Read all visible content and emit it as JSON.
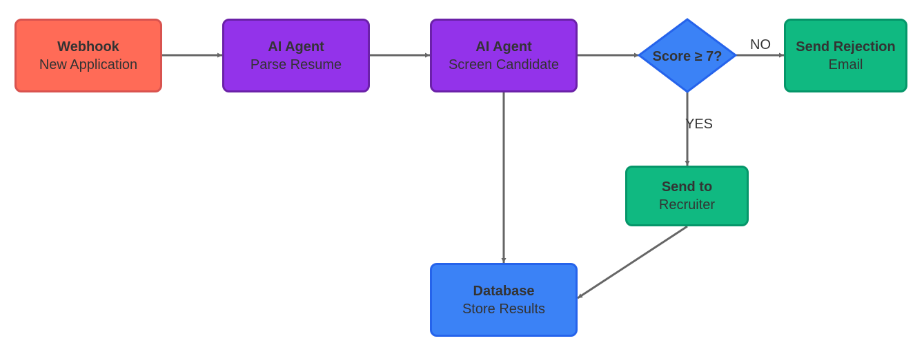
{
  "colors": {
    "webhook_fill": "#FF6B57",
    "webhook_border": "#D9534F",
    "agent_fill": "#9333EA",
    "agent_border": "#6B21A8",
    "decision_fill": "#3B82F6",
    "decision_border": "#2563EB",
    "success_fill": "#10B981",
    "success_border": "#059669",
    "database_fill": "#3B82F6",
    "database_border": "#2563EB",
    "edge": "#666666"
  },
  "nodes": {
    "webhook": {
      "title": "Webhook",
      "subtitle": "New Application"
    },
    "parse": {
      "title": "AI Agent",
      "subtitle": "Parse Resume"
    },
    "screen": {
      "title": "AI Agent",
      "subtitle": "Screen Candidate"
    },
    "decision": {
      "title": "Score ≥ 7?"
    },
    "rejection": {
      "title": "Send Rejection",
      "subtitle": "Email"
    },
    "recruiter": {
      "title": "Send to",
      "subtitle": "Recruiter"
    },
    "database": {
      "title": "Database",
      "subtitle": "Store Results"
    }
  },
  "edges": {
    "no_label": "NO",
    "yes_label": "YES"
  }
}
